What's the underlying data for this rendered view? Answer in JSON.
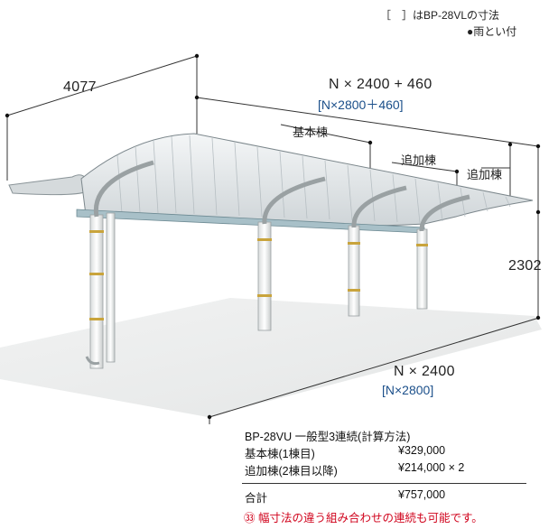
{
  "notes": {
    "bracket_note": "［　］はBP-28VLの寸法",
    "gutter_note": "●雨とい付"
  },
  "dimensions": {
    "depth": "4077",
    "width_formula": "N × 2400 + 460",
    "width_formula_alt": "[N×2800＋460]",
    "height": "2302",
    "span": "N × 2400",
    "span_alt": "[N×2800]"
  },
  "section_labels": {
    "base": "基本棟",
    "additional_1": "追加棟",
    "additional_2": "追加棟"
  },
  "price_table": {
    "title": "BP-28VU 一般型3連続(計算方法)",
    "rows": [
      {
        "label": "基本棟(1棟目)",
        "value": "¥329,000"
      },
      {
        "label": "追加棟(2棟目以降)",
        "value": "¥214,000 × 2"
      }
    ],
    "total_label": "合計",
    "total_value": "¥757,000"
  },
  "footer_note": "㉝ 幅寸法の違う組み合わせの連続も可能です。",
  "colors": {
    "accent_red": "#d0021b",
    "bracket_blue": "#1b4f8a"
  }
}
